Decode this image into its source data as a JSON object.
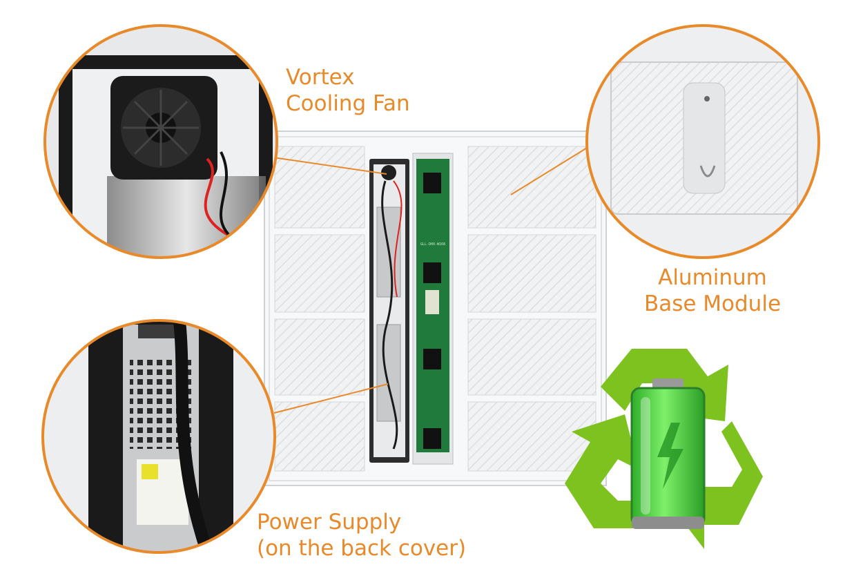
{
  "callouts": {
    "fan": {
      "line1": "Vortex",
      "line2": "Cooling Fan"
    },
    "aluminum": {
      "line1": "Aluminum",
      "line2": "Base Module"
    },
    "power": {
      "line1": "Power Supply",
      "line2": "(on the back cover)"
    }
  },
  "colors": {
    "accent": "#e8892a",
    "recycle_green": "#7dc21e",
    "battery_green": "#3fcf3a"
  },
  "pcb_print": "GLL-DHX-W168"
}
